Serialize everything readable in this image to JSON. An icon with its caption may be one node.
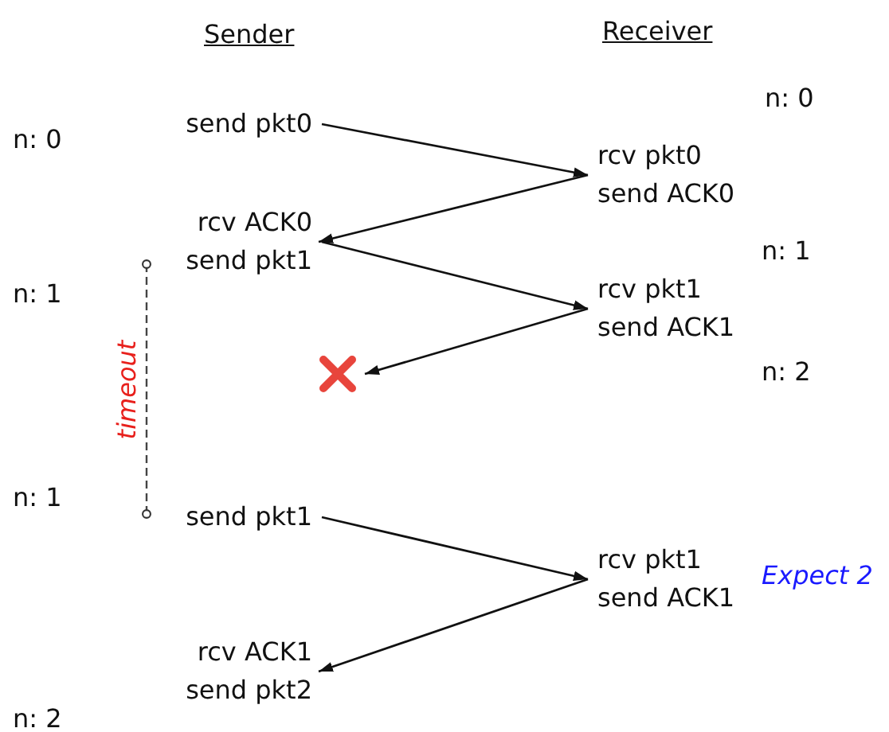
{
  "diagram": {
    "nodes": [
      {
        "text": [
          "send pkt0"
        ]
      },
      {
        "text": [
          "rcv pkt0 send ACK0"
        ]
      },
      {
        "text": [
          "rcv ACK0 send pkt1"
        ]
      },
      {
        "text": [
          "rcv pkt1 send ACK1"
        ]
      },
      {
        "text": [],
        "shape": "cross"
      },
      {
        "text": [
          "send pkt1"
        ]
      },
      {
        "text": [
          "rcv pkt1 send ACK1"
        ],
        "beside": [
          "Expect 2"
        ]
      },
      {
        "text": [
          "rcv ACK1 send pkt2"
        ]
      }
    ],
    "edges": [
      {
        "from": 0,
        "to": 1,
        "arrow": "to"
      },
      {
        "from": 1,
        "to": 2,
        "arrow": "to"
      },
      {
        "from": 2,
        "to": 3,
        "arrow": "to"
      },
      {
        "from": 3,
        "to": 4,
        "arrow": "to"
      },
      {
        "from": 2,
        "to": 5,
        "arrow": "other",
        "style": "dashed",
        "label": "timeout"
      },
      {
        "from": 5,
        "to": 6,
        "arrow": "to"
      },
      {
        "from": 6,
        "to": 7,
        "arrow": "to"
      }
    ],
    "labels": [
      "Sender",
      "Receiver",
      "n: 0",
      "n: 0",
      "n: 1",
      "n: 1",
      "n: 2",
      "n: 1",
      "n: 2"
    ]
  }
}
